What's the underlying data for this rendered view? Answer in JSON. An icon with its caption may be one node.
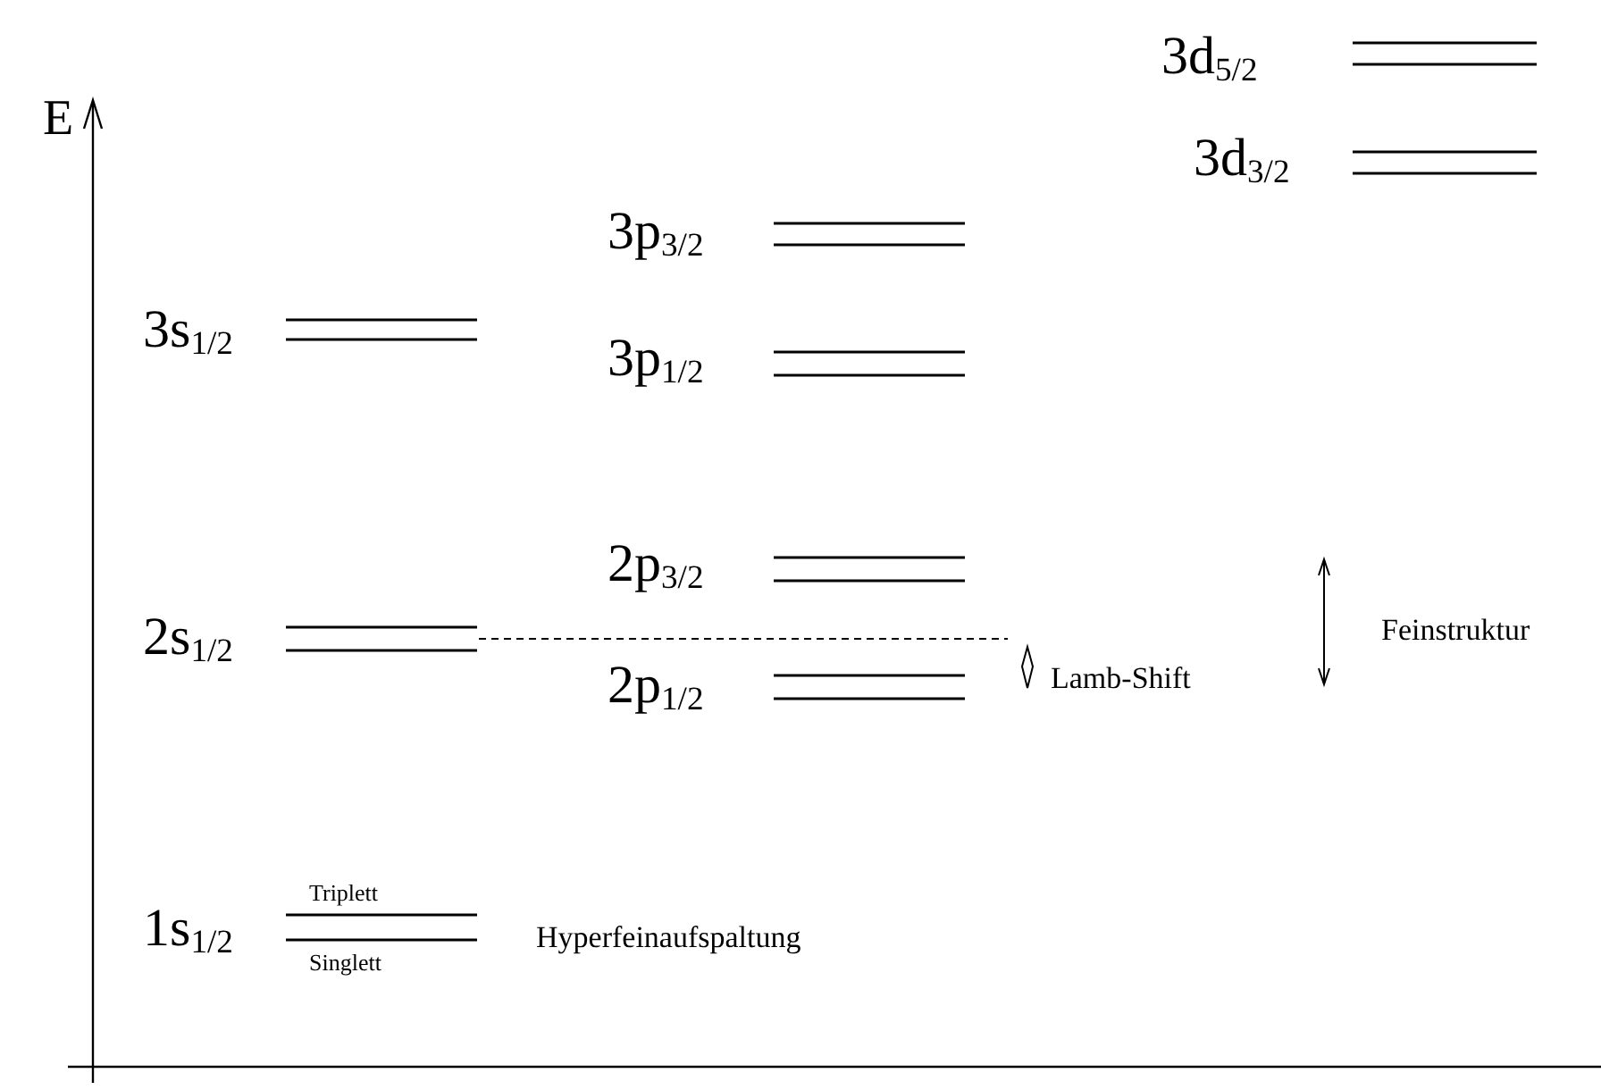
{
  "diagram": {
    "labels": [
      "3d$_{5/2}$",
      "E",
      "3d$_{3/2}$",
      "3p$_{3/2}$",
      "3s$_{1/2}$",
      "3p$_{1/2}$",
      "2p$_{3/2}$",
      "Feinstruktur",
      "2s$_{1/2}$",
      "Lamb-Shift",
      "2p$_{1/2}$",
      "Triplett",
      "1s$_{1/2}$",
      "Hyperfeinaufspaltung",
      "Singlett"
    ]
  }
}
